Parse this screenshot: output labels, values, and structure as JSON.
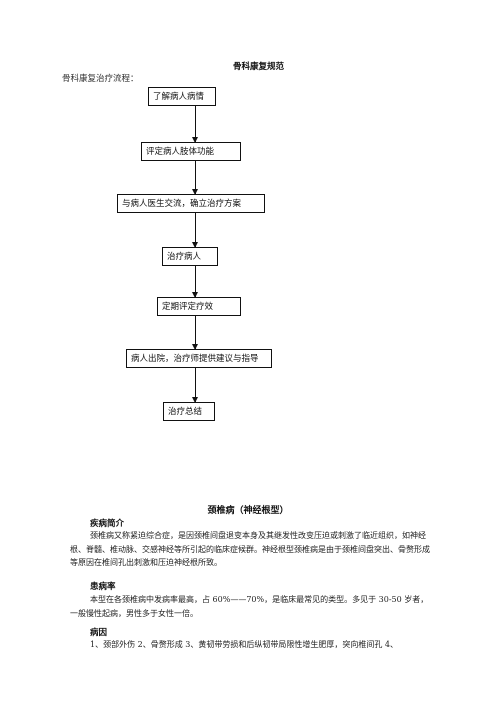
{
  "doc": {
    "title": "骨科康复规范",
    "subtitle": "骨科康复治疗流程："
  },
  "flowchart": {
    "steps": [
      "了解病人病情",
      "评定病人肢体功能",
      "与病人医生交流，确立治疗方案",
      "治疗病人",
      "定期评定疗效",
      "病人出院，治疗师提供建议与指导",
      "治疗总结"
    ]
  },
  "section": {
    "title": "颈椎病（神经根型）",
    "intro_heading": "疾病简介",
    "intro_text": "颈椎病又称紧迫综合症，是因颈椎间盘退变本身及其继发性改变压迫或刺激了临近组织，如神经根、脊髓、椎动脉、交感神经等所引起的临床症候群。神经根型颈椎病是由于颈椎间盘突出、骨赘形成等原因在椎间孔出刺激和压迫神经根所致。",
    "incidence_heading": "患病率",
    "incidence_text": "本型在各颈椎病中发病率最高，占 60%——70%，是临床最常见的类型。多见于 30-50 岁者，一般慢性起病，男性多于女性一倍。",
    "cause_heading": "病因",
    "cause_text": "1、颈部外伤 2、骨赘形成 3、黄韧带劳损和后纵韧带局限性增生肥厚，突向椎间孔 4、"
  }
}
